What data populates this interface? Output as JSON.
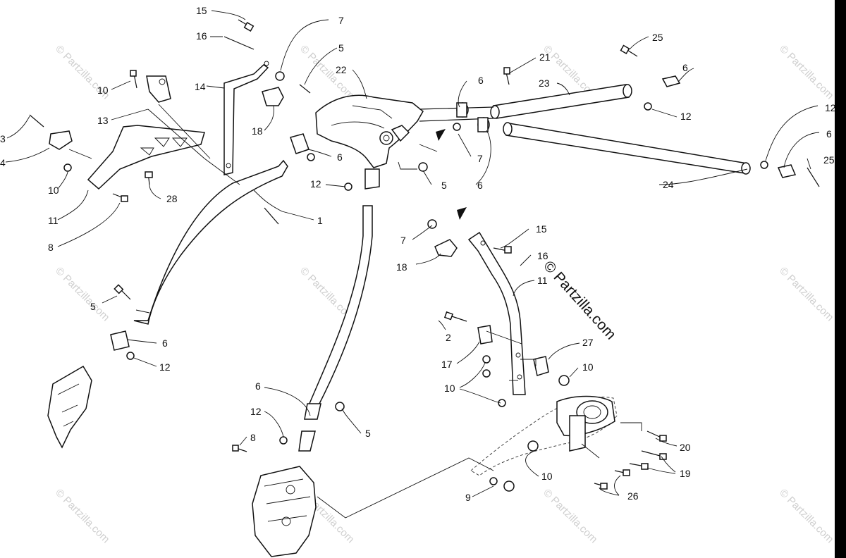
{
  "watermark": {
    "text": "© Partzilla.com",
    "tiles": [
      "© Partzilla.com",
      "© Partzilla.com",
      "© Partzilla.com",
      "© Partzilla.com",
      "© Partzilla.com",
      "© Partzilla.com",
      "© Partzilla.com",
      "© Partzilla.com",
      "© Partzilla.com",
      "© Partzilla.com",
      "© Partzilla.com"
    ],
    "main": "© Partzilla.com"
  },
  "callouts": [
    "15",
    "7",
    "16",
    "5",
    "22",
    "21",
    "25",
    "6",
    "14",
    "18",
    "23",
    "10",
    "13",
    "12",
    "3",
    "4",
    "10",
    "28",
    "11",
    "8",
    "6",
    "6",
    "12",
    "5",
    "7",
    "6",
    "24",
    "12",
    "6",
    "25",
    "1",
    "15",
    "7",
    "16",
    "18",
    "11",
    "5",
    "6",
    "12",
    "2",
    "27",
    "17",
    "10",
    "10",
    "6",
    "12",
    "5",
    "8",
    "20",
    "19",
    "10",
    "9",
    "26"
  ]
}
